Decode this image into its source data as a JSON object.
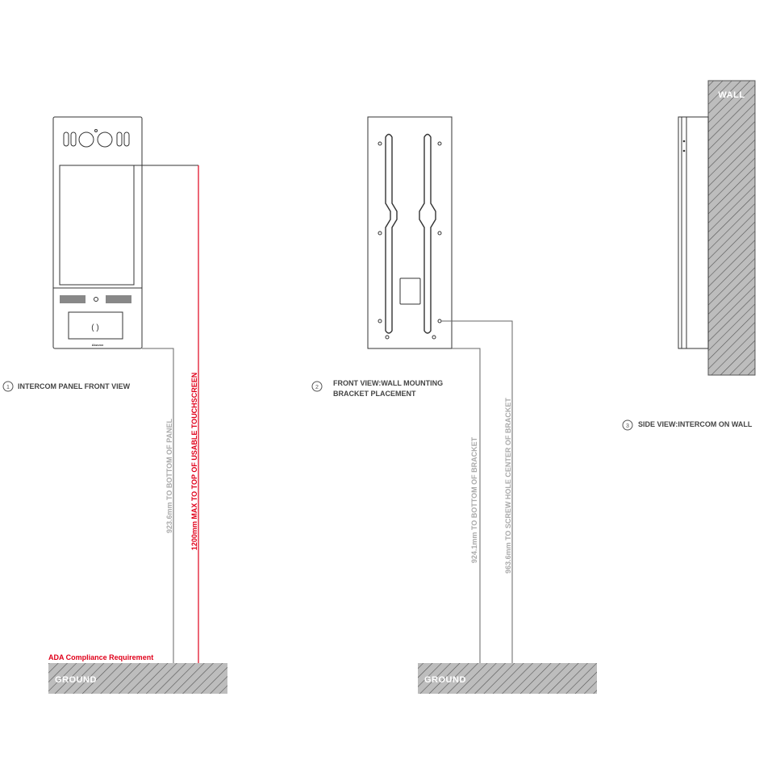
{
  "views": [
    {
      "number": "1",
      "title": "INTERCOM PANEL FRONT VIEW"
    },
    {
      "number": "2",
      "title_line1": "FRONT VIEW:WALL MOUNTING",
      "title_line2": "BRACKET PLACEMENT"
    },
    {
      "number": "3",
      "title": "SIDE VIEW:INTERCOM ON WALL"
    }
  ],
  "dimensions": {
    "panel_bottom": "923.6mm TO BOTTOM OF PANEL",
    "touchscreen_top": "1200mm MAX TO TOP OF USABLE TOUCHSCREEN",
    "bracket_bottom": "924.1mm TO BOTTOM OF BRACKET",
    "screw_hole": "963.6mm TO SCREW HOLE CENTER OF BRACKET"
  },
  "ada_note": "ADA Compliance Requirement",
  "ground_label": "GROUND",
  "wall_label": "WALL",
  "logo": "Akuvox",
  "colors": {
    "accent_red": "#e0001a",
    "dimension_gray": "#aaaaaa",
    "hatch": "#888888"
  }
}
